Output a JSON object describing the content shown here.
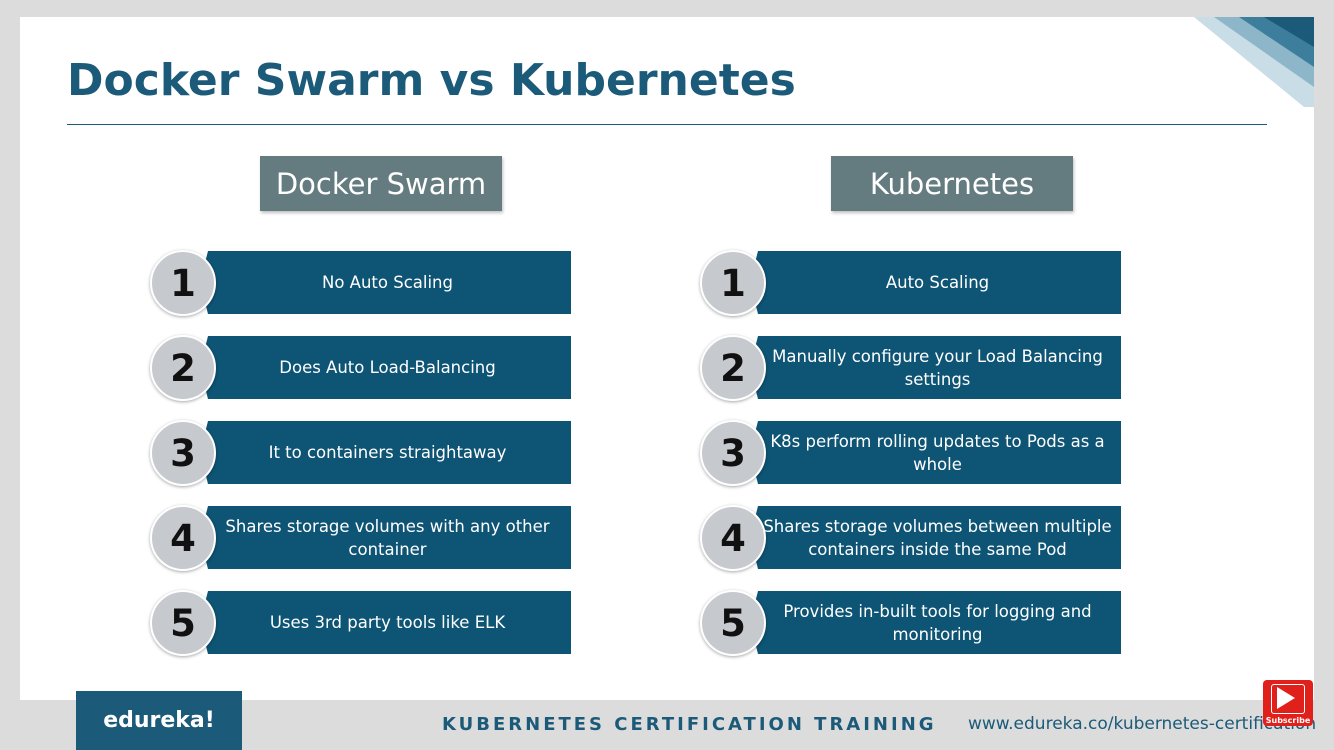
{
  "slide": {
    "title": "Docker Swarm vs Kubernetes"
  },
  "columns": [
    {
      "header": "Docker Swarm",
      "items": [
        {
          "number": "1",
          "text": "No Auto Scaling"
        },
        {
          "number": "2",
          "text": "Does Auto Load-Balancing"
        },
        {
          "number": "3",
          "text": "It to containers straightaway"
        },
        {
          "number": "4",
          "text": "Shares storage volumes with any other container"
        },
        {
          "number": "5",
          "text": "Uses 3rd party tools like ELK"
        }
      ]
    },
    {
      "header": "Kubernetes",
      "items": [
        {
          "number": "1",
          "text": "Auto Scaling"
        },
        {
          "number": "2",
          "text": "Manually configure your Load Balancing settings"
        },
        {
          "number": "3",
          "text": "K8s perform rolling updates to Pods as a whole"
        },
        {
          "number": "4",
          "text": "Shares storage volumes between multiple containers inside the same Pod"
        },
        {
          "number": "5",
          "text": "Provides in-built tools for logging and monitoring"
        }
      ]
    }
  ],
  "footer": {
    "logo": "edureka!",
    "course": "KUBERNETES CERTIFICATION TRAINING",
    "url": "www.edureka.co/kubernetes-certification",
    "subscribe_label": "Subscribe"
  },
  "colors": {
    "title": "#1b5a78",
    "bar": "#0e5474",
    "header_box": "#647b80",
    "subscribe": "#e0201a"
  },
  "icons": {
    "subscribe": "youtube-play-icon"
  }
}
